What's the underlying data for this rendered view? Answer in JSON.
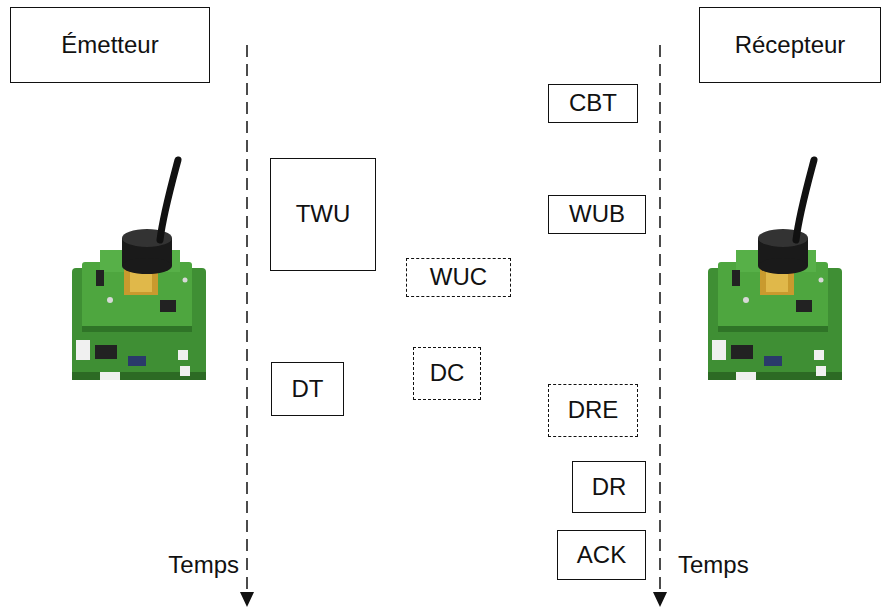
{
  "diagram": {
    "nodes": [
      {
        "text": [
          "Émetteur"
        ]
      },
      {
        "text": [
          "Récepteur"
        ]
      },
      {
        "text": [
          "CBT"
        ]
      },
      {
        "text": [
          "TWU"
        ]
      },
      {
        "text": [
          "WUB"
        ]
      },
      {
        "text": [
          "WUC"
        ]
      },
      {
        "text": [
          "DT"
        ]
      },
      {
        "text": [
          "DC"
        ]
      },
      {
        "text": [
          "DRE"
        ]
      },
      {
        "text": [
          "DR"
        ]
      },
      {
        "text": [
          "ACK"
        ]
      }
    ],
    "labels": [
      "Temps",
      "Temps"
    ]
  }
}
